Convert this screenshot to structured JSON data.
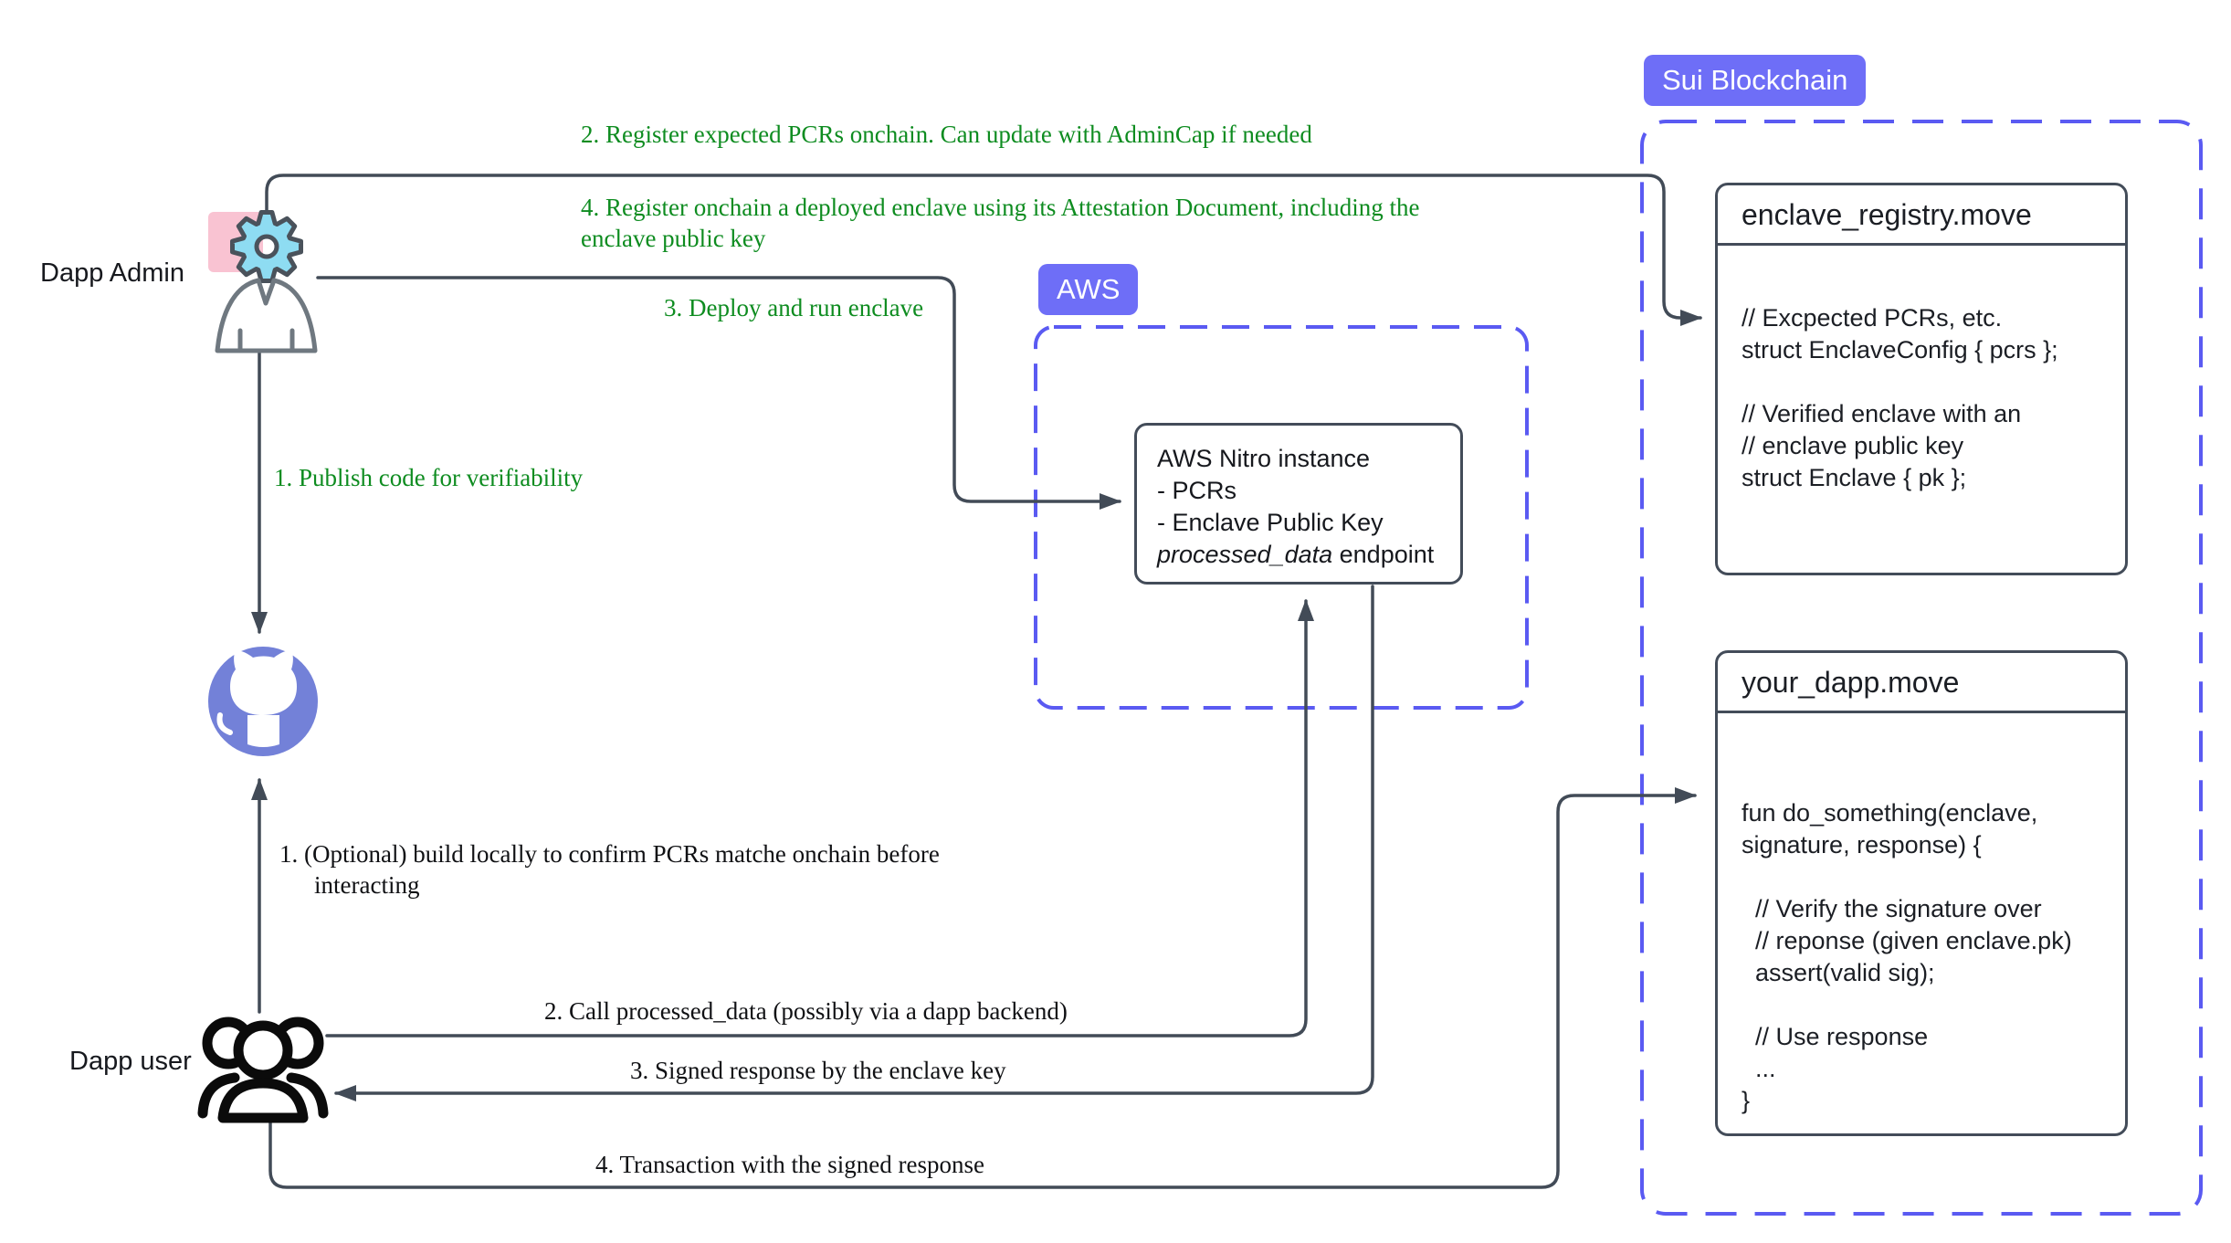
{
  "colors": {
    "line": "#424b57",
    "annotation_green": "#0e8c20",
    "badge_purple": "#6e6ef7",
    "dashed_purple": "#5a5af2",
    "github_blue": "#7381d8",
    "gear_cyan": "#8edcf2",
    "pink": "#f9c3d2",
    "box_border": "#434c59"
  },
  "actors": {
    "admin": {
      "label": "Dapp Admin"
    },
    "user": {
      "label": "Dapp user"
    }
  },
  "badges": {
    "sui": "Sui Blockchain",
    "aws": "AWS"
  },
  "annotations": {
    "publish": "1. Publish code for verifiability",
    "register_pcrs": "2. Register expected PCRs onchain. Can update with AdminCap if needed",
    "register_enclave": "4. Register onchain a deployed enclave using its Attestation Document, including the enclave public key",
    "deploy": "3. Deploy and run enclave",
    "optional_build": "1. (Optional) build locally to confirm PCRs matche onchain before interacting",
    "call_processed": "2. Call processed_data (possibly via a dapp backend)",
    "signed_response": "3. Signed response by the enclave key",
    "transaction": "4. Transaction with the signed response"
  },
  "boxes": {
    "nitro": {
      "lines": [
        "AWS Nitro instance",
        "- PCRs",
        "- Enclave Public Key"
      ],
      "endpoint_italic": "processed_data",
      "endpoint_rest": " endpoint"
    },
    "enclave_registry": {
      "title": "enclave_registry.move",
      "lines": [
        "// Excpected PCRs, etc.",
        "struct EnclaveConfig { pcrs };",
        "",
        "// Verified enclave with an",
        "// enclave public key",
        "struct Enclave { pk };"
      ]
    },
    "your_dapp": {
      "title": "your_dapp.move",
      "lines": [
        "fun do_something(enclave,",
        "signature, response) {",
        "",
        "  // Verify the signature over",
        "  // reponse (given enclave.pk)",
        "  assert(valid sig);",
        "",
        "  // Use response",
        "  ...",
        "}"
      ]
    }
  }
}
